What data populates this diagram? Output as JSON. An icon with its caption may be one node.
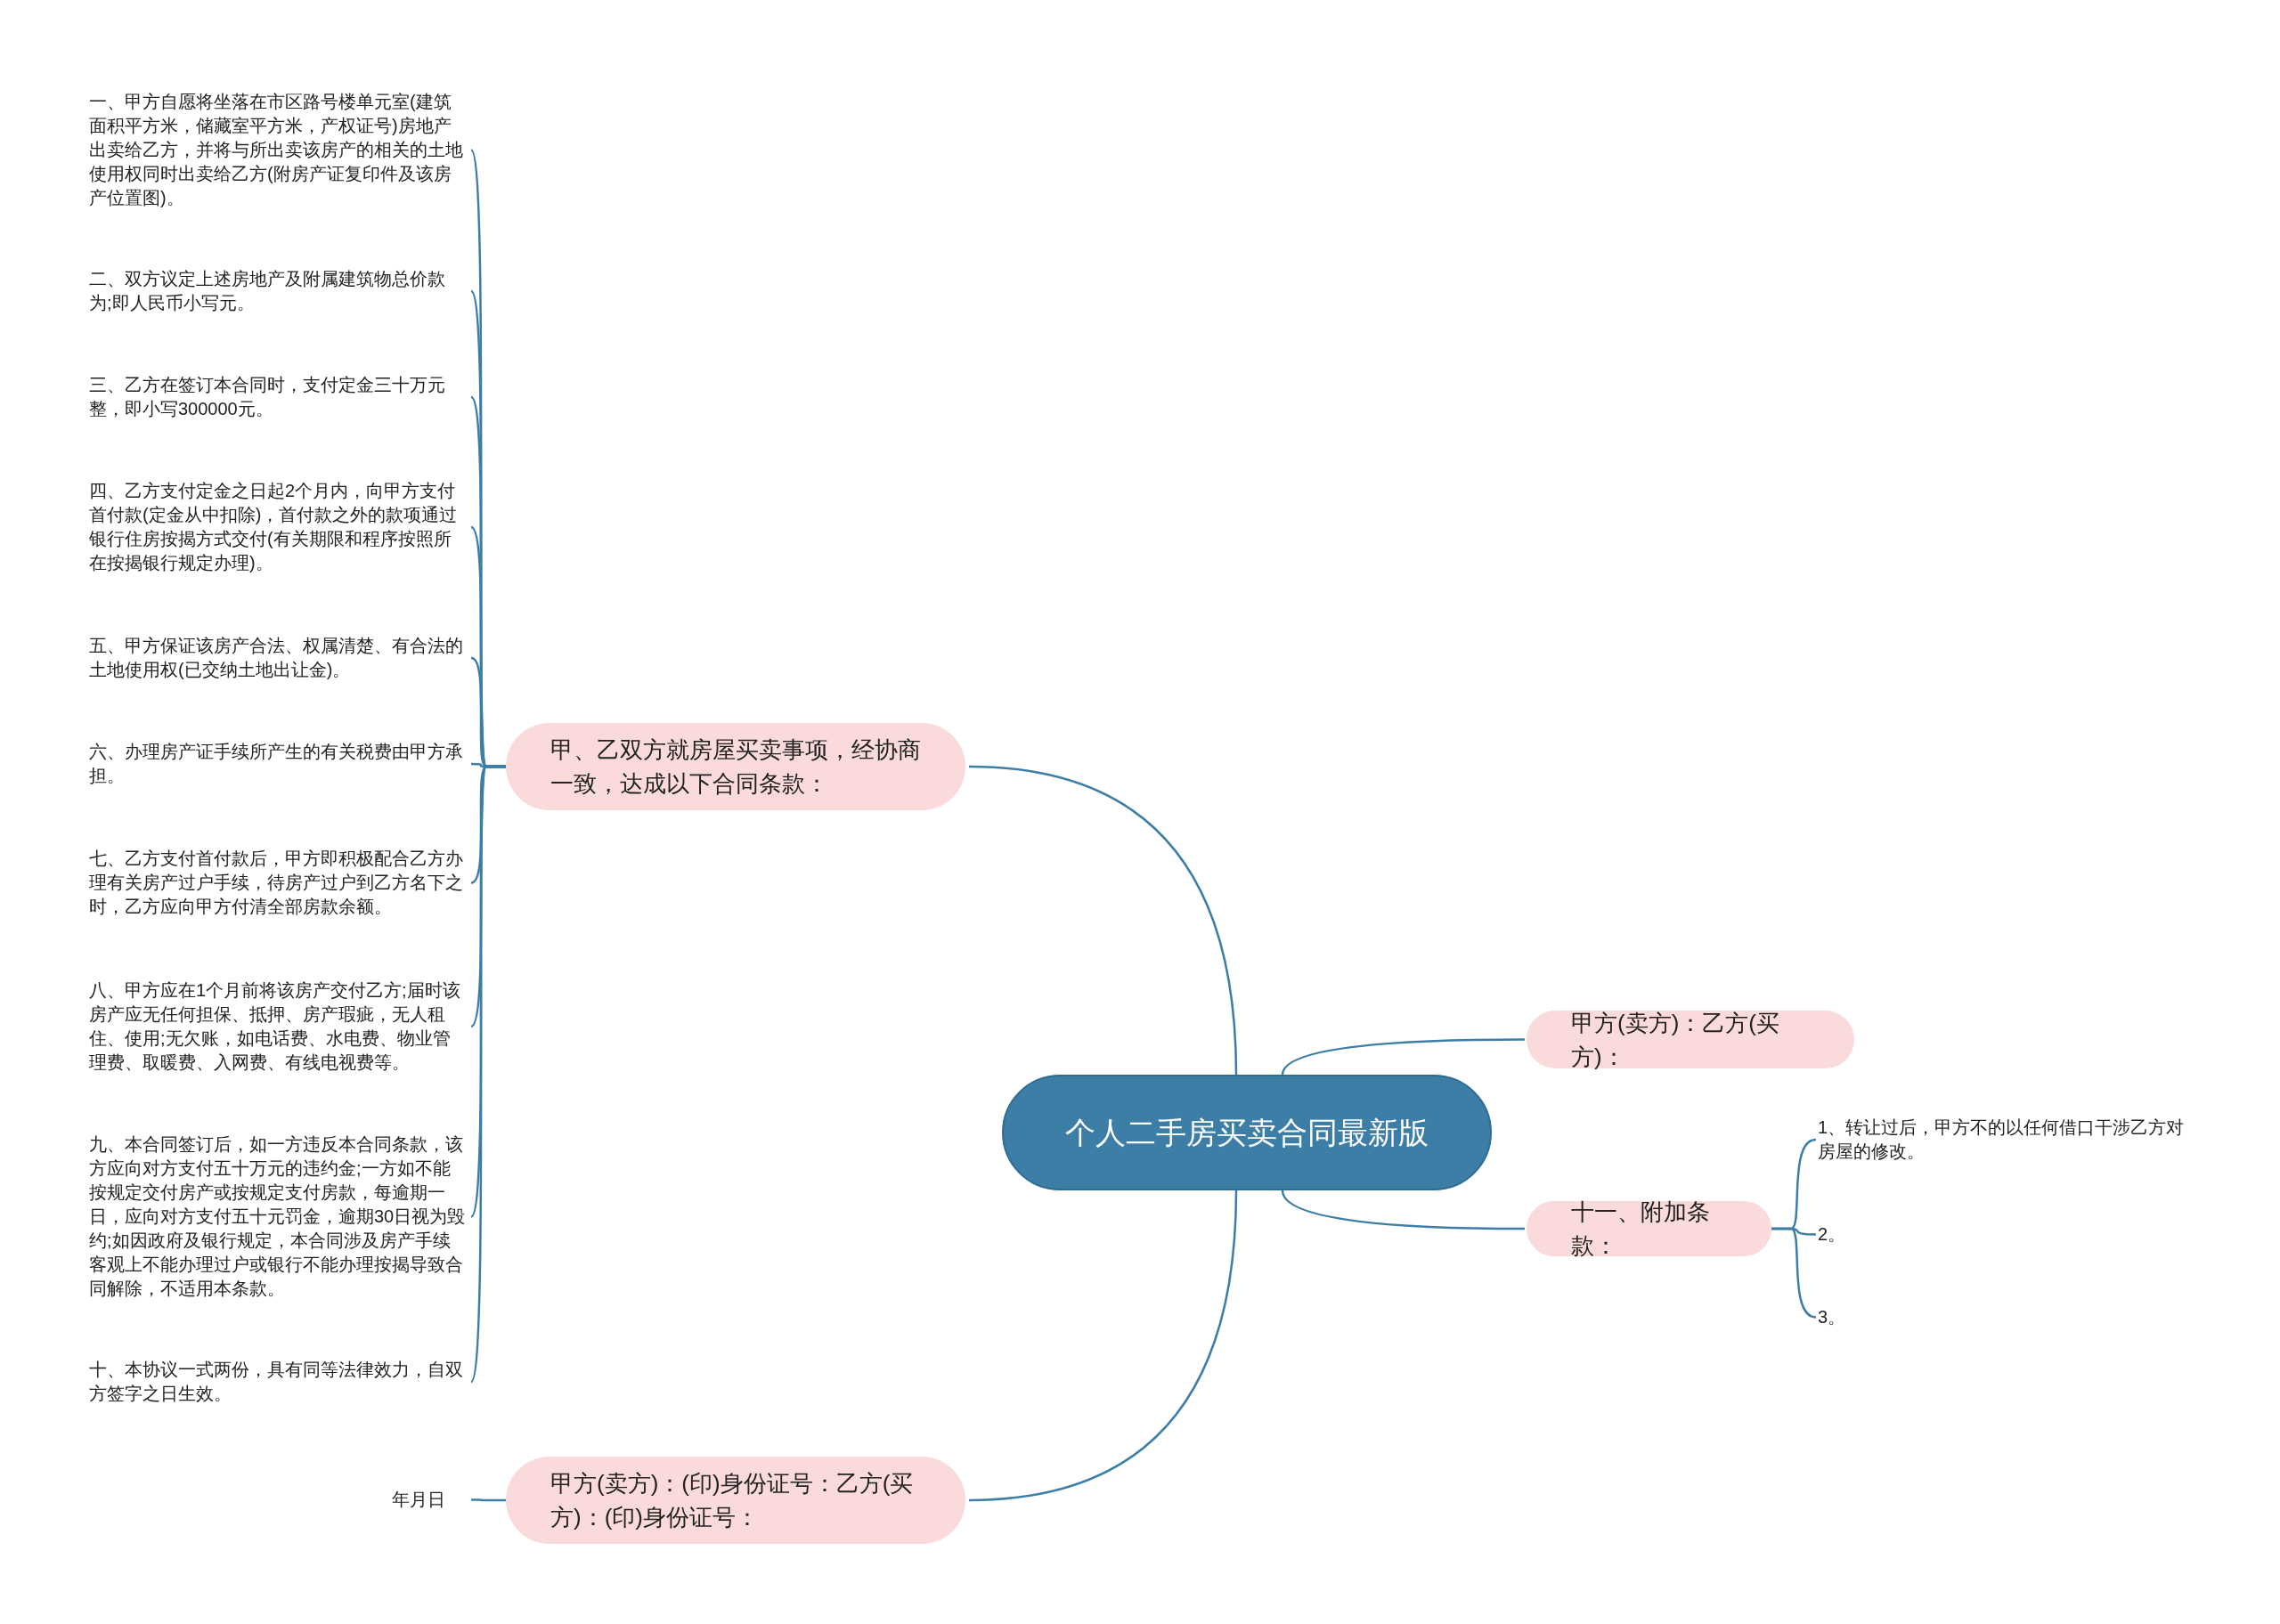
{
  "diagram": {
    "nodes": [
      {
        "text": [
          "个人二手房买卖合同最新版"
        ]
      },
      {
        "text": [
          "甲、乙双方就房屋买卖事项，经协商一致，达成以下合同条款："
        ]
      },
      {
        "text": [
          "一、甲方自愿将坐落在市区路号楼单元室(建筑面积平方米，储藏室平方米，产权证号)房地产出卖给乙方，并将与所出卖该房产的相关的土地使用权同时出卖给乙方(附房产证复印件及该房产位置图)。"
        ]
      },
      {
        "text": [
          "二、双方议定上述房地产及附属建筑物总价款为;即人民币小写元。"
        ]
      },
      {
        "text": [
          "三、乙方在签订本合同时，支付定金三十万元整，即小写300000元。"
        ]
      },
      {
        "text": [
          "四、乙方支付定金之日起2个月内，向甲方支付首付款(定金从中扣除)，首付款之外的款项通过银行住房按揭方式交付(有关期限和程序按照所在按揭银行规定办理)。"
        ]
      },
      {
        "text": [
          "五、甲方保证该房产合法、权属清楚、有合法的土地使用权(已交纳土地出让金)。"
        ]
      },
      {
        "text": [
          "六、办理房产证手续所产生的有关税费由甲方承担。"
        ]
      },
      {
        "text": [
          "七、乙方支付首付款后，甲方即积极配合乙方办理有关房产过户手续，待房产过户到乙方名下之时，乙方应向甲方付清全部房款余额。"
        ]
      },
      {
        "text": [
          "八、甲方应在1个月前将该房产交付乙方;届时该房产应无任何担保、抵押、房产瑕疵，无人租住、使用;无欠账，如电话费、水电费、物业管理费、取暖费、入网费、有线电视费等。"
        ]
      },
      {
        "text": [
          "九、本合同签订后，如一方违反本合同条款，该方应向对方支付五十万元的违约金;一方如不能按规定交付房产或按规定支付房款，每逾期一日，应向对方支付五十元罚金，逾期30日视为毁约;如因政府及银行规定，本合同涉及房产手续客观上不能办理过户或银行不能办理按揭导致合同解除，不适用本条款。"
        ]
      },
      {
        "text": [
          "十、本协议一式两份，具有同等法律效力，自双方签字之日生效。"
        ]
      },
      {
        "text": [
          "甲方(卖方)：(印)身份证号：乙方(买方)：(印)身份证号："
        ]
      },
      {
        "text": [
          "年月日"
        ]
      },
      {
        "text": [
          "甲方(卖方)：乙方(买方)："
        ]
      },
      {
        "text": [
          "十一、附加条款："
        ]
      },
      {
        "text": [
          "1、转让过后，甲方不的以任何借口干涉乙方对房屋的修改。"
        ]
      },
      {
        "text": [
          "2。"
        ]
      },
      {
        "text": [
          "3。"
        ]
      }
    ],
    "edges": [
      {
        "from": 0,
        "to": 1,
        "arrow": "none"
      },
      {
        "from": 1,
        "to": 2,
        "arrow": "none"
      },
      {
        "from": 1,
        "to": 3,
        "arrow": "none"
      },
      {
        "from": 1,
        "to": 4,
        "arrow": "none"
      },
      {
        "from": 1,
        "to": 5,
        "arrow": "none"
      },
      {
        "from": 1,
        "to": 6,
        "arrow": "none"
      },
      {
        "from": 1,
        "to": 7,
        "arrow": "none"
      },
      {
        "from": 1,
        "to": 8,
        "arrow": "none"
      },
      {
        "from": 1,
        "to": 9,
        "arrow": "none"
      },
      {
        "from": 1,
        "to": 10,
        "arrow": "none"
      },
      {
        "from": 1,
        "to": 11,
        "arrow": "none"
      },
      {
        "from": 0,
        "to": 12,
        "arrow": "none"
      },
      {
        "from": 12,
        "to": 13,
        "arrow": "none"
      },
      {
        "from": 0,
        "to": 14,
        "arrow": "none"
      },
      {
        "from": 0,
        "to": 15,
        "arrow": "none"
      },
      {
        "from": 15,
        "to": 16,
        "arrow": "none"
      },
      {
        "from": 15,
        "to": 17,
        "arrow": "none"
      },
      {
        "from": 15,
        "to": 18,
        "arrow": "none"
      }
    ]
  }
}
